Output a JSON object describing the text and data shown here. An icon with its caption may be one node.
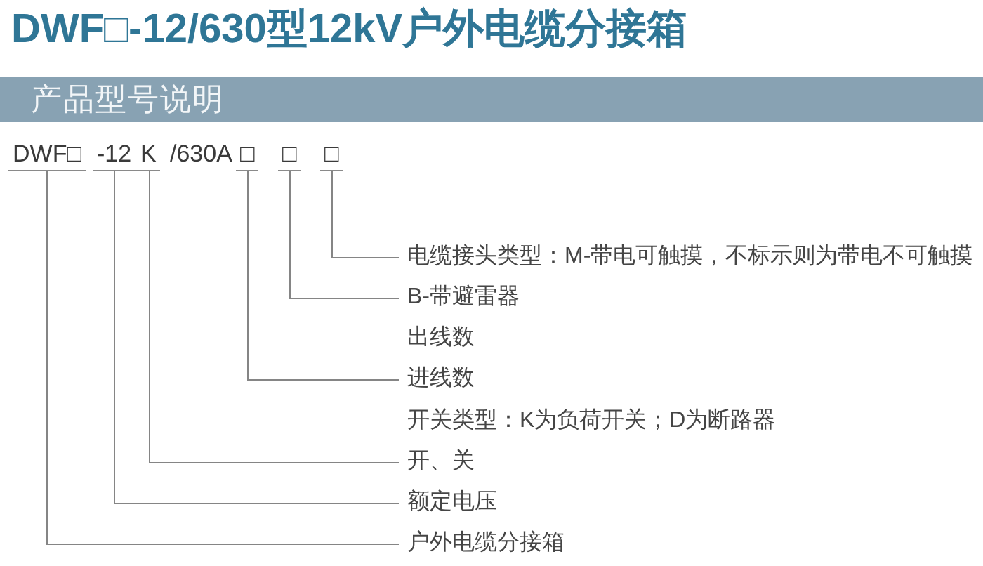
{
  "diagram": {
    "title": "DWF□-12/630型12kV户外电缆分接箱",
    "nodes": [
      {
        "text": [
          "产品型号说明"
        ]
      },
      {
        "text": [
          "DWF□"
        ]
      },
      {
        "text": [
          "-12"
        ]
      },
      {
        "text": [
          "K"
        ]
      },
      {
        "text": [
          "□"
        ]
      },
      {
        "text": [
          "□"
        ]
      },
      {
        "text": [
          "□"
        ]
      },
      {
        "text": [
          "电缆接头类型：M-带电可触摸，不标示则为带电不可触摸"
        ]
      },
      {
        "text": [
          "B-带避雷器"
        ]
      },
      {
        "text": [
          "进线数"
        ]
      },
      {
        "text": [
          "开、关"
        ]
      },
      {
        "text": [
          "额定电压"
        ]
      },
      {
        "text": [
          "户外电缆分接箱"
        ]
      }
    ],
    "edges": [
      {
        "from": 6,
        "to": 7,
        "arrow": "none"
      },
      {
        "from": 5,
        "to": 8,
        "arrow": "none"
      },
      {
        "from": 4,
        "to": 9,
        "arrow": "none"
      },
      {
        "from": 3,
        "to": 10,
        "arrow": "none"
      },
      {
        "from": 2,
        "to": 11,
        "arrow": "none"
      },
      {
        "from": 1,
        "to": 12,
        "arrow": "none"
      }
    ],
    "labels": [
      "/630A",
      "出线数",
      "开关类型：K为负荷开关；D为断路器"
    ]
  }
}
